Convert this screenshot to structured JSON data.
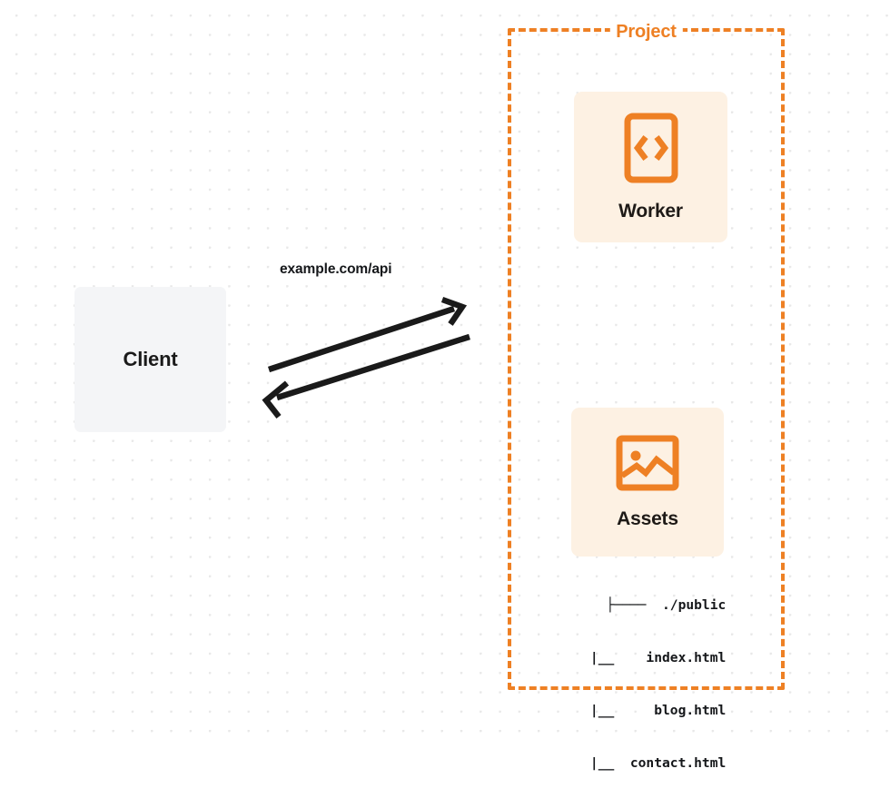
{
  "diagram": {
    "title": "Client to Project Worker and Assets request flow",
    "background": {
      "color": "#ffffff",
      "dot_color": "#e8e8e8",
      "dot_spacing": 21
    },
    "colors": {
      "accent_orange": "#ee8024",
      "card_fill": "#fdf1e3",
      "client_fill": "#f4f5f7",
      "text_dark": "#15171a",
      "arrow": "#1a1a1a"
    },
    "client": {
      "label": "Client",
      "icon": "client-box-icon"
    },
    "connection": {
      "label": "example.com/api",
      "request_arrow": "arrow-right-icon",
      "response_arrow": "arrow-left-icon"
    },
    "project": {
      "title": "Project",
      "border_style": "dashed",
      "cards": [
        {
          "label": "Worker",
          "icon": "code-brackets-icon"
        },
        {
          "label": "Assets",
          "icon": "image-picture-icon"
        }
      ],
      "file_tree": [
        "├────  ./public",
        "     |__    index.html",
        "     |__     blog.html",
        "     |__  contact.html"
      ]
    }
  }
}
